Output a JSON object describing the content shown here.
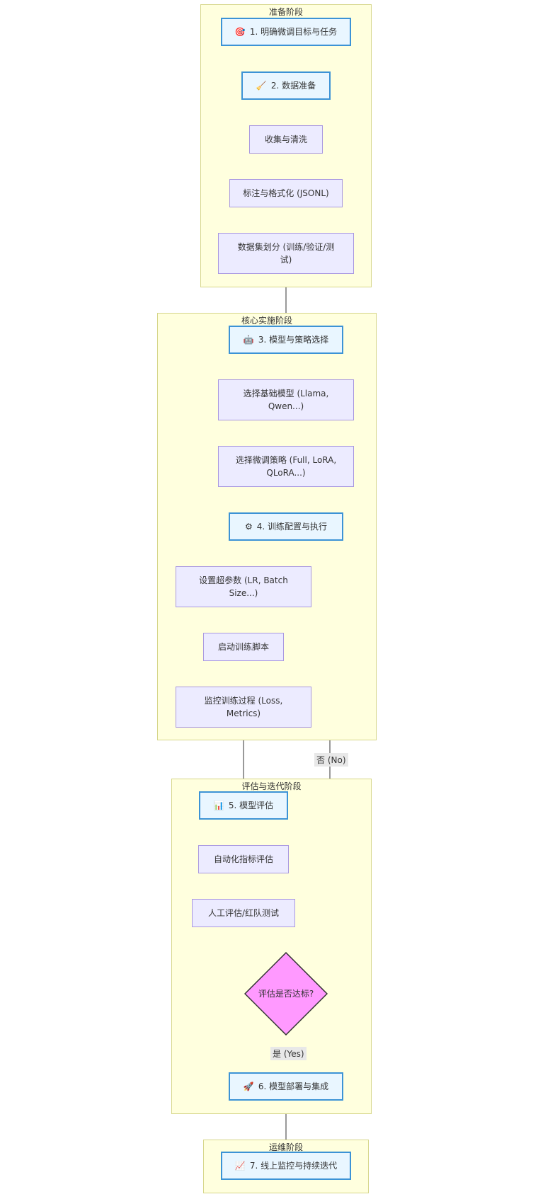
{
  "clusters": {
    "prep": "准备阶段",
    "core": "核心实施阶段",
    "eval": "评估与迭代阶段",
    "ops": "运维阶段"
  },
  "nodes": {
    "goal": {
      "icon": "🎯",
      "label": "1. 明确微调目标与任务"
    },
    "data_prep": {
      "icon": "🧹",
      "label": "2. 数据准备"
    },
    "collect": {
      "label": "收集与清洗"
    },
    "annotate": {
      "label": "标注与格式化 (JSONL)"
    },
    "split": {
      "label": "数据集划分 (训练/验证/测试)"
    },
    "model_select": {
      "icon": "🤖",
      "label": "3. 模型与策略选择"
    },
    "base_model": {
      "label": "选择基础模型 (Llama, Qwen...)"
    },
    "strategy": {
      "label": "选择微调策略 (Full, LoRA, QLoRA...)"
    },
    "train_config": {
      "icon": "⚙",
      "label": "4. 训练配置与执行"
    },
    "hyperparams": {
      "label": "设置超参数 (LR, Batch Size...)"
    },
    "launch": {
      "label": "启动训练脚本"
    },
    "monitor_train": {
      "label": "监控训练过程 (Loss, Metrics)"
    },
    "evaluate": {
      "icon": "📊",
      "label": "5. 模型评估"
    },
    "auto_eval": {
      "label": "自动化指标评估"
    },
    "human_eval": {
      "label": "人工评估/红队测试"
    },
    "decision": {
      "label": "评估是否达标?"
    },
    "deploy": {
      "icon": "🚀",
      "label": "6. 模型部署与集成"
    },
    "online": {
      "icon": "📈",
      "label": "7. 线上监控与持续迭代"
    }
  },
  "edge_labels": {
    "no": "否 (No)",
    "yes": "是 (Yes)"
  },
  "colors": {
    "cluster_fill": "#ffffde",
    "cluster_border": "#d6d68a",
    "node_fill": "#ecebff",
    "node_border": "#a998e0",
    "key_fill": "#e9f6ff",
    "key_border": "#3c93d6",
    "decision_fill": "#ff99ff",
    "edge": "#333333"
  }
}
